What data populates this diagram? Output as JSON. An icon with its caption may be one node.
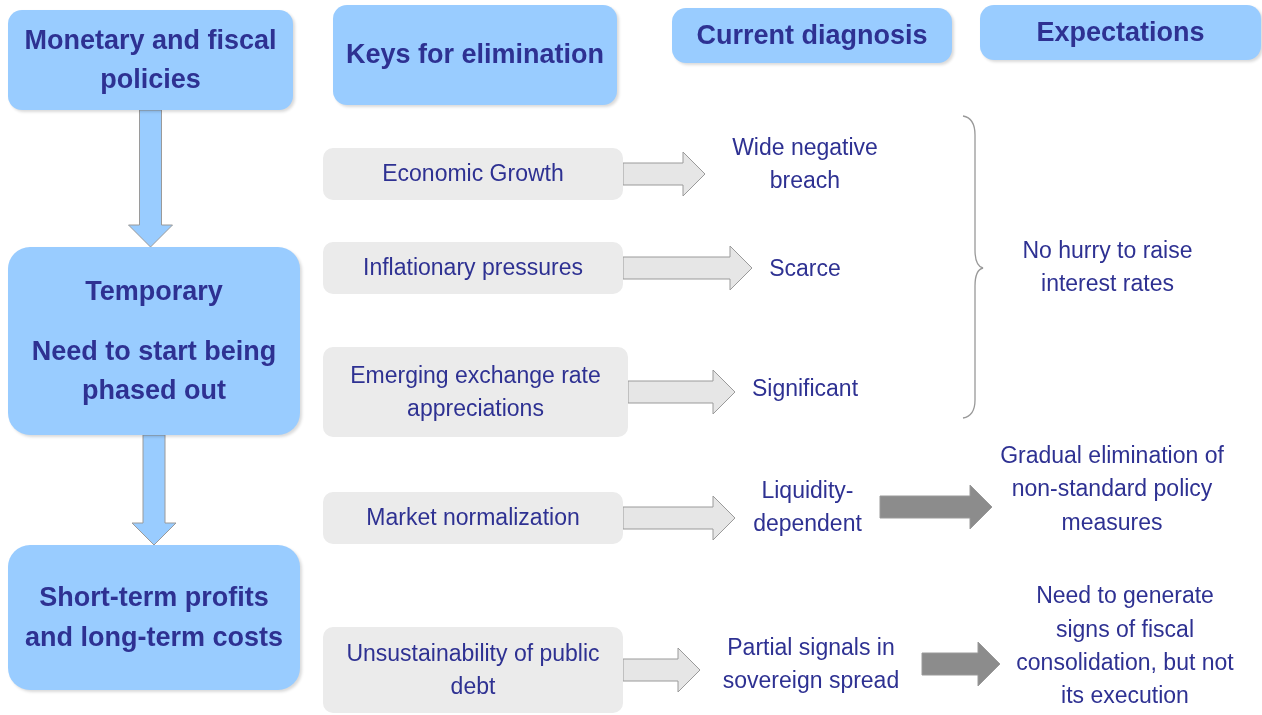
{
  "diagram": {
    "nodes": [
      {
        "text": [
          "Monetary and fiscal policies"
        ]
      },
      {
        "text": [
          "Keys for elimination"
        ]
      },
      {
        "text": [
          "Current diagnosis"
        ]
      },
      {
        "text": [
          "Expectations"
        ]
      },
      {
        "text": [
          "Temporary",
          "Need to start being phased out"
        ]
      },
      {
        "text": [
          "Short-term profits and long-term costs"
        ]
      },
      {
        "text": [
          "Economic Growth"
        ]
      },
      {
        "text": [
          "Inflationary pressures"
        ]
      },
      {
        "text": [
          "Emerging exchange rate appreciations"
        ]
      },
      {
        "text": [
          "Market normalization"
        ]
      },
      {
        "text": [
          "Unsustainability of public debt"
        ]
      },
      {
        "text": [
          "Wide negative breach"
        ]
      },
      {
        "text": [
          "Scarce"
        ]
      },
      {
        "text": [
          "Significant"
        ]
      },
      {
        "text": [
          "Liquidity-dependent"
        ]
      },
      {
        "text": [
          "Partial signals in sovereign spread"
        ]
      },
      {
        "text": [
          "No hurry to raise interest rates"
        ]
      },
      {
        "text": [
          "Gradual elimination of non-standard policy measures"
        ]
      },
      {
        "text": [
          "Need to generate signs of fiscal consolidation, but not its execution"
        ]
      }
    ],
    "edges": [
      {
        "from": 0,
        "to": 4,
        "arrow": "to",
        "color": "#99ccff"
      },
      {
        "from": 4,
        "to": 5,
        "arrow": "to",
        "color": "#99ccff"
      },
      {
        "from": 6,
        "to": 11,
        "arrow": "to"
      },
      {
        "from": 7,
        "to": 12,
        "arrow": "to"
      },
      {
        "from": 8,
        "to": 13,
        "arrow": "to"
      },
      {
        "from": 9,
        "to": 14,
        "arrow": "to"
      },
      {
        "from": 10,
        "to": 15,
        "arrow": "to"
      },
      {
        "from": 14,
        "to": 17,
        "arrow": "to",
        "color": "#8c8c8c"
      },
      {
        "from": 15,
        "to": 18,
        "arrow": "to",
        "color": "#8c8c8c"
      }
    ]
  }
}
